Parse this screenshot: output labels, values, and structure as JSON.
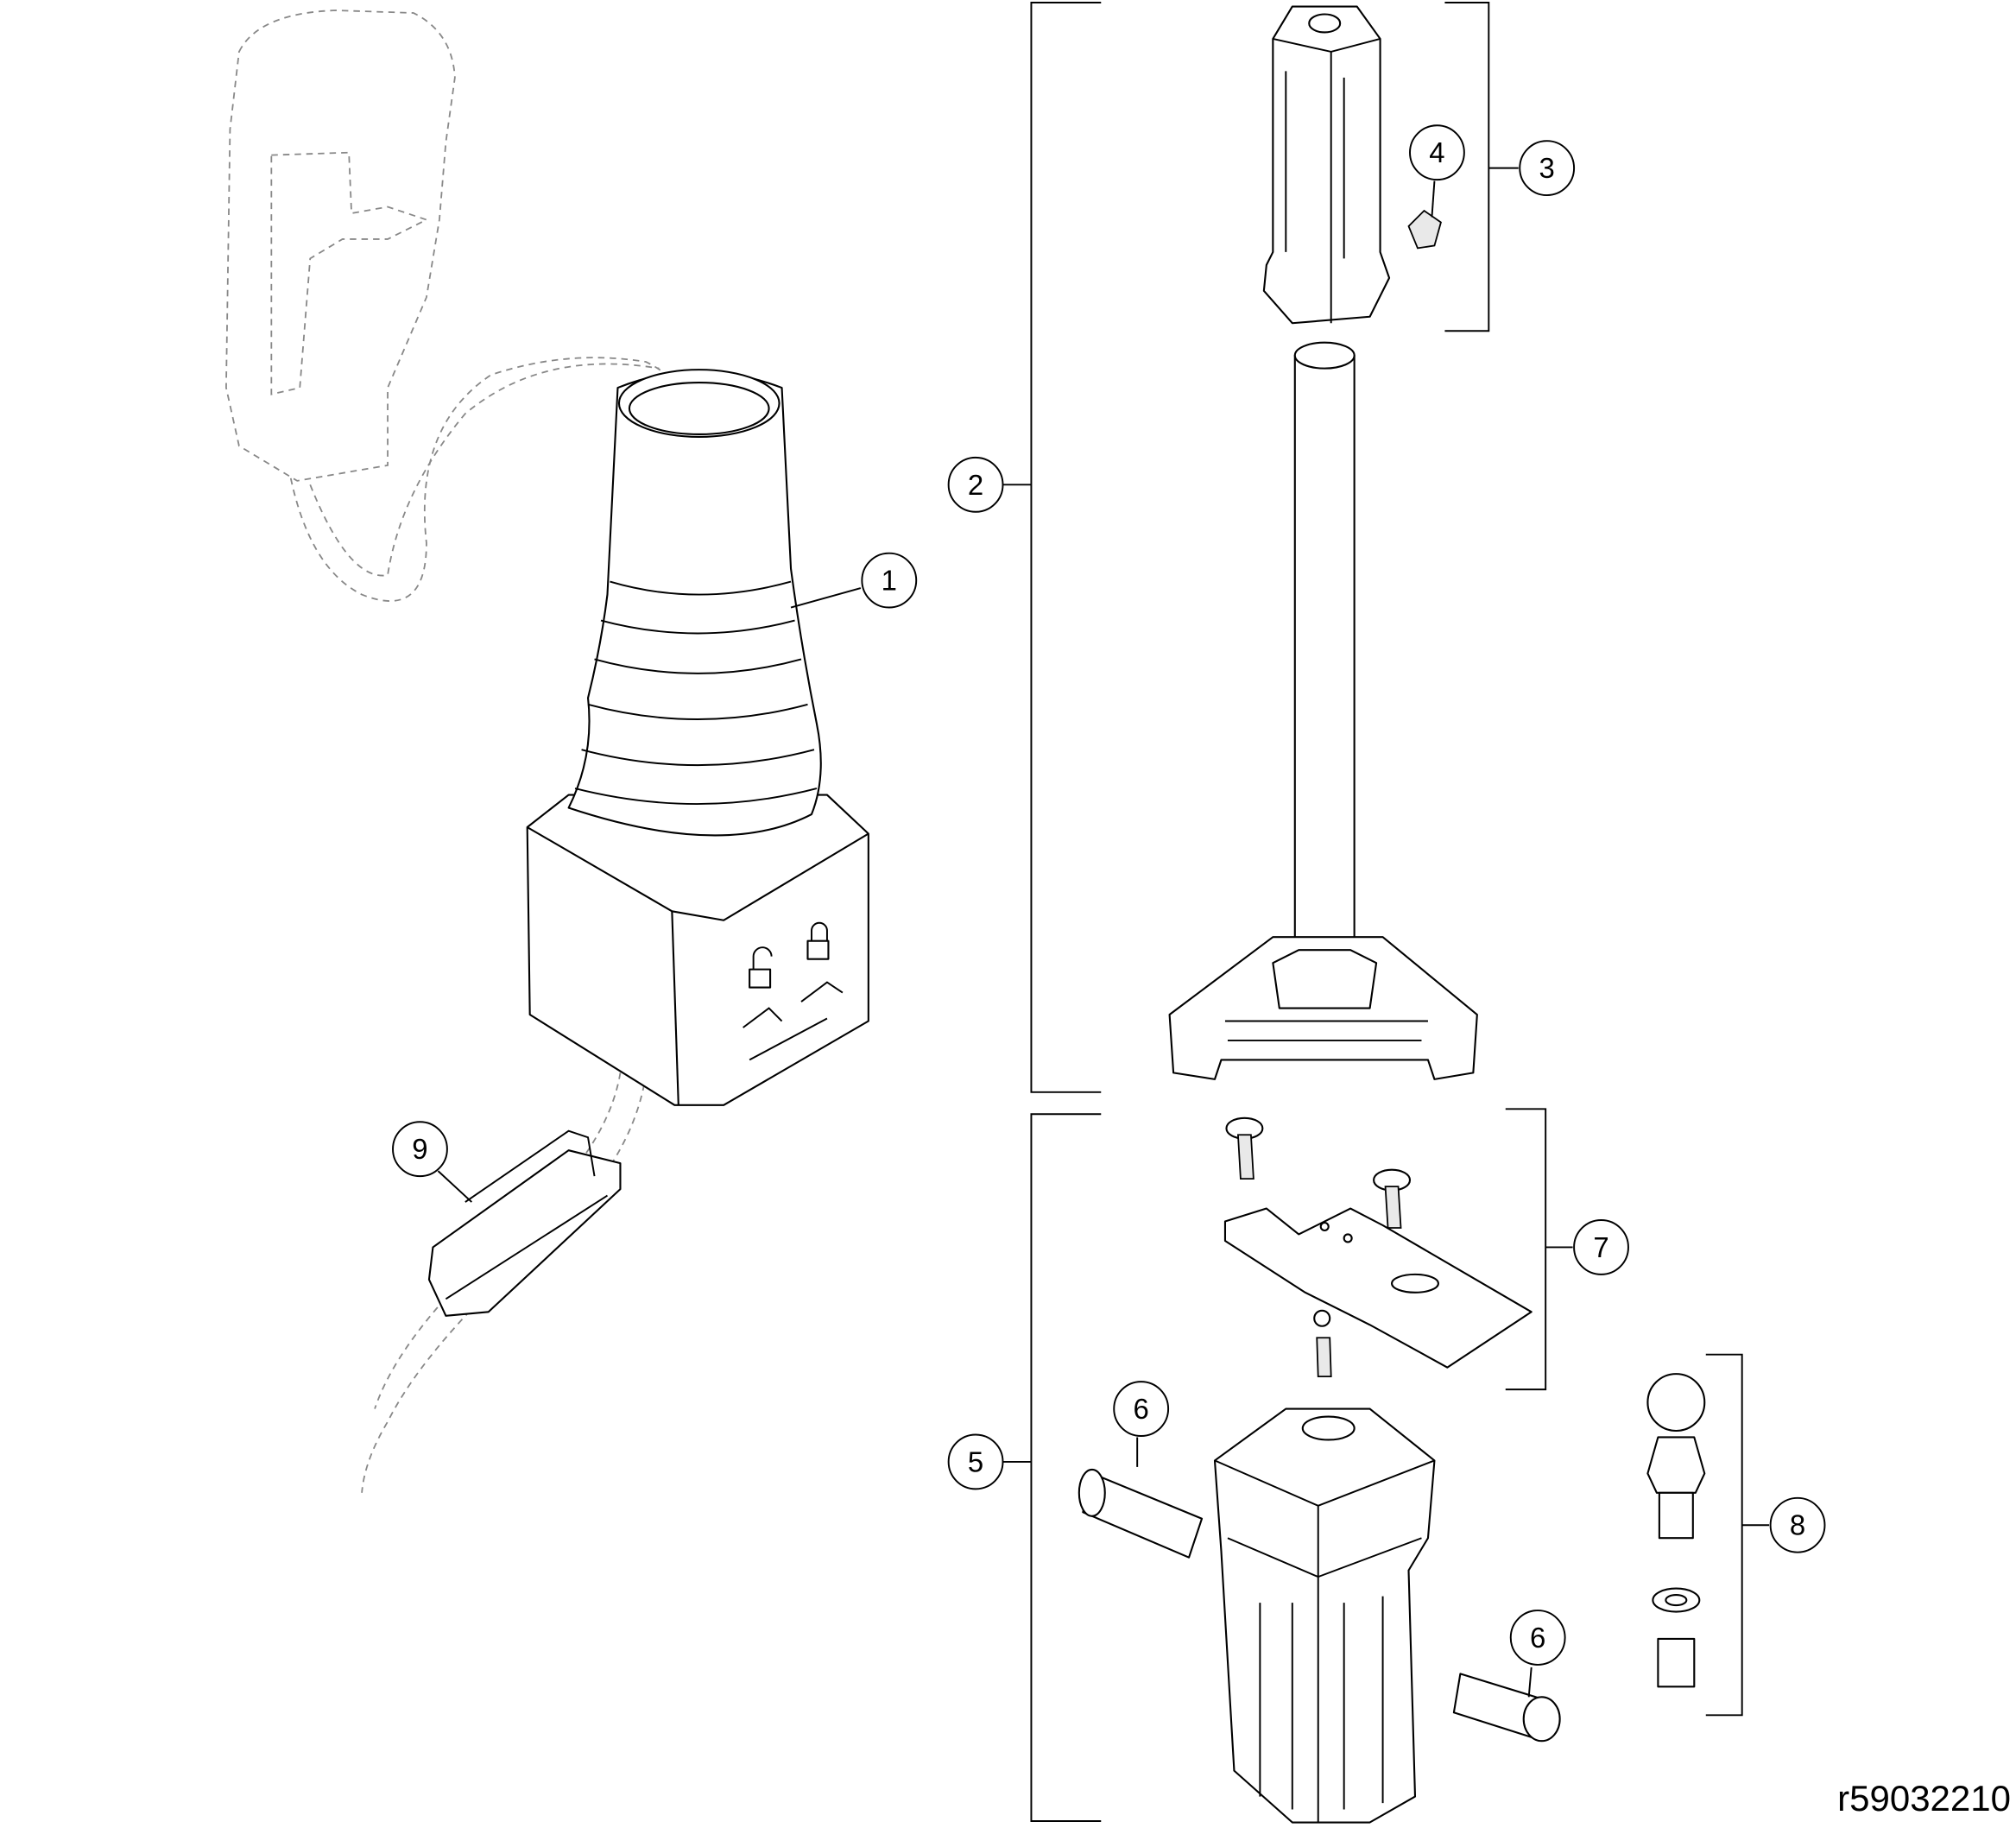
{
  "diagram_ref": "r59032210",
  "callouts": {
    "c1": "1",
    "c2": "2",
    "c3": "3",
    "c4": "4",
    "c5": "5",
    "c6a": "6",
    "c6b": "6",
    "c7": "7",
    "c8": "8",
    "c9": "9"
  },
  "colors": {
    "line": "#000000",
    "ghost": "#888888",
    "shade": "#e9e9e9"
  }
}
